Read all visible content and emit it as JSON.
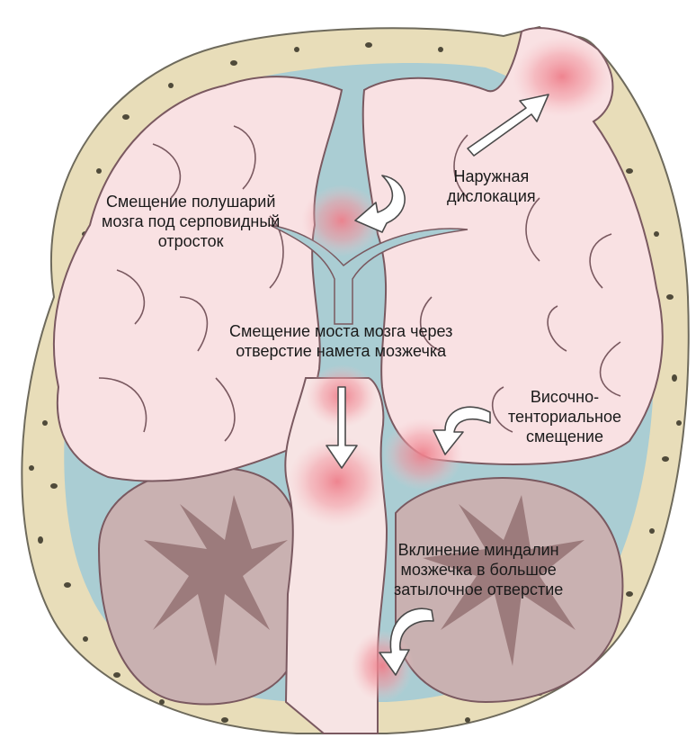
{
  "colors": {
    "skull": "#e8ddb9",
    "skull_outline": "#6e6a5c",
    "skull_pores": "#4f4a3a",
    "csf": "#aacdd3",
    "cerebrum": "#f9e1e3",
    "cerebrum_outline": "#7a5960",
    "cerebellum": "#c9b1b1",
    "cerebellum_core": "#9c7b7c",
    "brainstem": "#f7e4e4",
    "herniation_glow": "#f08e98",
    "arrow_fill": "#ffffff",
    "arrow_stroke": "#4a4a4a",
    "text": "#1a1a1a"
  },
  "labels": {
    "external": {
      "lines": [
        "Наружная",
        "дислокация"
      ]
    },
    "subfalcine": {
      "lines": [
        "Смещение полушарий",
        "мозга под серповидный",
        "отросток"
      ]
    },
    "transtentorial": {
      "lines": [
        "Смещение моста мозга через",
        "отверстие намета мозжечка"
      ]
    },
    "uncal": {
      "lines": [
        "Височно-",
        "тенториальное",
        "смещение"
      ]
    },
    "tonsillar": {
      "lines": [
        "Вклинение миндалин",
        "мозжечка в большое",
        "затылочное отверстие"
      ]
    }
  }
}
